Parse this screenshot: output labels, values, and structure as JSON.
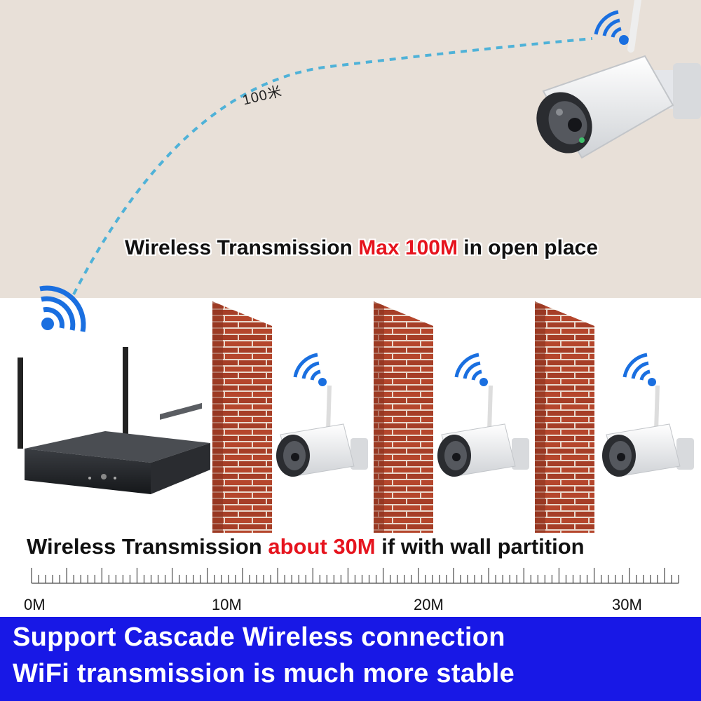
{
  "top": {
    "distance_label": "100米",
    "headline_prefix": "Wireless Transmission ",
    "headline_highlight": "Max 100M",
    "headline_suffix": " in open place"
  },
  "bottom": {
    "headline_prefix": "Wireless Transmission ",
    "headline_highlight": "about 30M",
    "headline_suffix": " if with wall partition",
    "scale_labels": [
      "0M",
      "10M",
      "20M",
      "30M"
    ]
  },
  "banner": {
    "line1": "Support Cascade Wireless connection",
    "line2": "WiFi transmission is much more stable"
  },
  "colors": {
    "top_background": "#e8e0d8",
    "banner_background": "#1818e6",
    "highlight_text": "#e6141e",
    "wifi_icon": "#1a6fe0",
    "dashed_link": "#4fb2d8",
    "brick": "#b5462c"
  },
  "icons": [
    "wifi-icon",
    "camera-icon",
    "nvr-recorder-icon",
    "brick-wall-icon"
  ]
}
